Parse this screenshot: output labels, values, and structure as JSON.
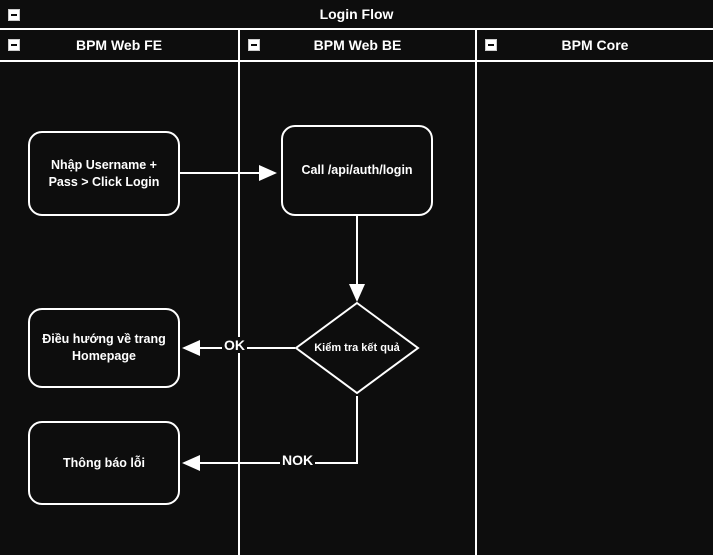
{
  "diagram": {
    "title": "Login Flow",
    "collapse_icon": "collapse-minus-icon",
    "lanes": [
      {
        "id": "fe",
        "label": "BPM Web FE"
      },
      {
        "id": "be",
        "label": "BPM Web BE"
      },
      {
        "id": "core",
        "label": "BPM Core"
      }
    ],
    "nodes": [
      {
        "id": "n1",
        "type": "rounded-rect",
        "lane": "fe",
        "label": "Nhập Username +\nPass > Click Login"
      },
      {
        "id": "n2",
        "type": "rounded-rect",
        "lane": "be",
        "label": "Call /api/auth/login"
      },
      {
        "id": "n3",
        "type": "diamond",
        "lane": "be",
        "label": "Kiểm tra kết quả"
      },
      {
        "id": "n4",
        "type": "rounded-rect",
        "lane": "fe",
        "label": "Điều hướng về trang\nHomepage"
      },
      {
        "id": "n5",
        "type": "rounded-rect",
        "lane": "fe",
        "label": "Thông báo lỗi"
      }
    ],
    "edges": [
      {
        "from": "n1",
        "to": "n2",
        "label": ""
      },
      {
        "from": "n2",
        "to": "n3",
        "label": ""
      },
      {
        "from": "n3",
        "to": "n4",
        "label": "OK"
      },
      {
        "from": "n3",
        "to": "n5",
        "label": "NOK"
      }
    ],
    "colors": {
      "background": "#0d0d0d",
      "stroke": "#ffffff",
      "text": "#ffffff"
    }
  }
}
